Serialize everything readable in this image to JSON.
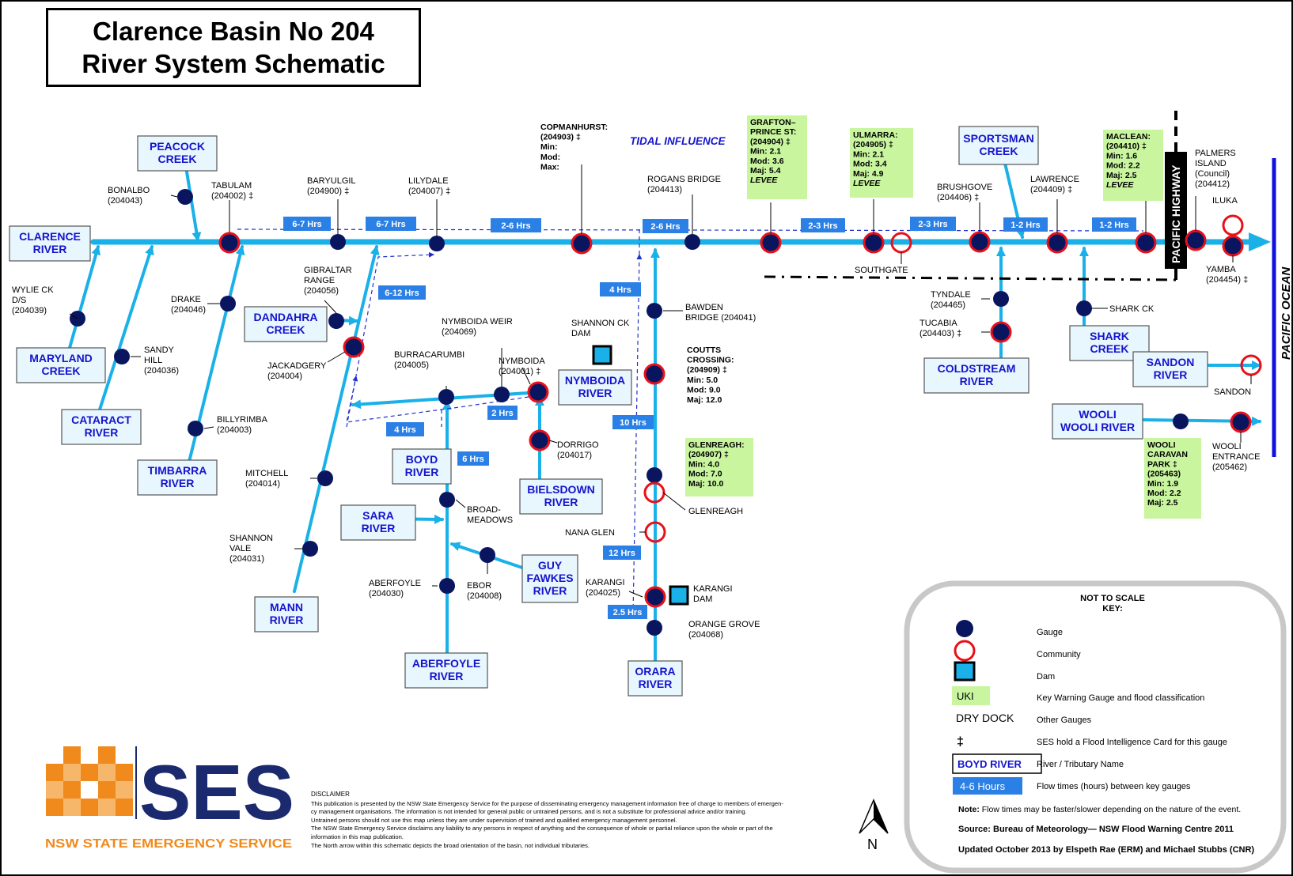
{
  "title": {
    "line1": "Clarence Basin No  204",
    "line2": "River System Schematic"
  },
  "tidal_influence": "TIDAL INFLUENCE",
  "pacific_highway": "PACIFIC HIGHWAY",
  "pacific_ocean": "PACIFIC OCEAN",
  "north_label": "N",
  "colors": {
    "river": "#1ab0e8",
    "gauge": "#0a1560",
    "community": "#e8101a",
    "dam": "#1ab0e8",
    "uki": "#c8f59e",
    "flow": "#2b80e6",
    "river_name": "#1414cc",
    "ocean_line": "#1010dd"
  },
  "river_names": [
    {
      "id": "clarence",
      "text": [
        "CLARENCE",
        "RIVER"
      ]
    },
    {
      "id": "peacock",
      "text": [
        "PEACOCK",
        "CREEK"
      ]
    },
    {
      "id": "maryland",
      "text": [
        "MARYLAND",
        "CREEK"
      ]
    },
    {
      "id": "cataract",
      "text": [
        "CATARACT",
        "RIVER"
      ]
    },
    {
      "id": "timbarra",
      "text": [
        "TIMBARRA",
        "RIVER"
      ]
    },
    {
      "id": "dandahra",
      "text": [
        "DANDAHRA",
        "CREEK"
      ]
    },
    {
      "id": "mann",
      "text": [
        "MANN",
        "RIVER"
      ]
    },
    {
      "id": "boyd",
      "text": [
        "BOYD",
        "RIVER"
      ]
    },
    {
      "id": "sara",
      "text": [
        "SARA",
        "RIVER"
      ]
    },
    {
      "id": "nymboida",
      "text": [
        "NYMBOIDA",
        "RIVER"
      ]
    },
    {
      "id": "bielsdown",
      "text": [
        "BIELSDOWN",
        "RIVER"
      ]
    },
    {
      "id": "guyfawkes",
      "text": [
        "GUY",
        "FAWKES",
        "RIVER"
      ]
    },
    {
      "id": "aberfoyle",
      "text": [
        "ABERFOYLE",
        "RIVER"
      ]
    },
    {
      "id": "orara",
      "text": [
        "ORARA",
        "RIVER"
      ]
    },
    {
      "id": "sportsman",
      "text": [
        "SPORTSMAN",
        "CREEK"
      ]
    },
    {
      "id": "coldstream",
      "text": [
        "COLDSTREAM",
        "RIVER"
      ]
    },
    {
      "id": "shark",
      "text": [
        "SHARK",
        "CREEK"
      ]
    },
    {
      "id": "sandon",
      "text": [
        "SANDON",
        "RIVER"
      ]
    },
    {
      "id": "wooli",
      "text": [
        "WOOLI",
        "WOOLI RIVER"
      ]
    }
  ],
  "gauge_labels": [
    {
      "id": "bonalbo",
      "text": [
        "BONALBO",
        "(204043)"
      ]
    },
    {
      "id": "tabulam",
      "text": [
        "TABULAM",
        "(204002) ‡"
      ]
    },
    {
      "id": "barayulgil",
      "text": [
        "BARYULGIL",
        "(204900) ‡"
      ]
    },
    {
      "id": "lilydale",
      "text": [
        "LILYDALE",
        "(204007) ‡"
      ]
    },
    {
      "id": "rogans",
      "text": [
        "ROGANS BRIDGE",
        "(204413)"
      ]
    },
    {
      "id": "wylie",
      "text": [
        "WYLIE CK",
        "D/S",
        "(204039)"
      ]
    },
    {
      "id": "drake",
      "text": [
        "DRAKE",
        "(204046)"
      ]
    },
    {
      "id": "sandyhill",
      "text": [
        "SANDY",
        "HILL",
        "(204036)"
      ]
    },
    {
      "id": "billyrimba",
      "text": [
        "BILLYRIMBA",
        "(204003)"
      ]
    },
    {
      "id": "gibraltar",
      "text": [
        "GIBRALTAR",
        "RANGE",
        "(204056)"
      ]
    },
    {
      "id": "jackadgery",
      "text": [
        "JACKADGERY",
        "(204004)"
      ]
    },
    {
      "id": "mitchell",
      "text": [
        "MITCHELL",
        "(204014)"
      ]
    },
    {
      "id": "shannonvale",
      "text": [
        "SHANNON",
        "VALE",
        "(204031)"
      ]
    },
    {
      "id": "burracarumbi",
      "text": [
        "BURRACARUMBI",
        "(204005)"
      ]
    },
    {
      "id": "nymboidaweir",
      "text": [
        "NYMBOIDA WEIR",
        "(204069)"
      ]
    },
    {
      "id": "nymboida",
      "text": [
        "NYMBOIDA",
        "(204001) ‡"
      ]
    },
    {
      "id": "shannonck",
      "text": [
        "SHANNON CK",
        "DAM"
      ]
    },
    {
      "id": "dorrigo",
      "text": [
        "DORRIGO",
        "(204017)"
      ]
    },
    {
      "id": "broadmeadows",
      "text": [
        "BROAD-",
        "MEADOWS"
      ]
    },
    {
      "id": "aberfoyle",
      "text": [
        "ABERFOYLE",
        "(204030)"
      ]
    },
    {
      "id": "ebor",
      "text": [
        "EBOR",
        "(204008)"
      ]
    },
    {
      "id": "bawden",
      "text": [
        "BAWDEN",
        "BRIDGE (204041)"
      ]
    },
    {
      "id": "glenreagh",
      "text": [
        "GLENREAGH"
      ]
    },
    {
      "id": "nanaglen",
      "text": [
        "NANA GLEN"
      ]
    },
    {
      "id": "karangi",
      "text": [
        "KARANGI",
        "(204025)"
      ]
    },
    {
      "id": "karangidam",
      "text": [
        "KARANGI",
        "DAM"
      ]
    },
    {
      "id": "orangegrove",
      "text": [
        "ORANGE GROVE",
        "(204068)"
      ]
    },
    {
      "id": "southgate",
      "text": [
        "SOUTHGATE"
      ]
    },
    {
      "id": "brushgrove",
      "text": [
        "BRUSHGOVE",
        "(204406) ‡"
      ]
    },
    {
      "id": "lawrence",
      "text": [
        "LAWRENCE",
        "(204409) ‡"
      ]
    },
    {
      "id": "tyndale",
      "text": [
        "TYNDALE",
        "(204465)"
      ]
    },
    {
      "id": "tucabia",
      "text": [
        "TUCABIA",
        "(204403) ‡"
      ]
    },
    {
      "id": "sharkck",
      "text": [
        "SHARK CK"
      ]
    },
    {
      "id": "palmers",
      "text": [
        "PALMERS",
        "ISLAND",
        "(Council)",
        "(204412)"
      ]
    },
    {
      "id": "iluka",
      "text": [
        "ILUKA"
      ]
    },
    {
      "id": "yamba",
      "text": [
        "YAMBA",
        "(204454) ‡"
      ]
    },
    {
      "id": "sandon",
      "text": [
        "SANDON"
      ]
    },
    {
      "id": "wooliend",
      "text": [
        "WOOLI",
        "ENTRANCE",
        "(205462)"
      ]
    }
  ],
  "copmanhurst": {
    "lines": [
      "COPMANHURST:",
      "(204903) ‡",
      "Min:",
      "Mod:",
      "Max:"
    ]
  },
  "coutts": {
    "lines": [
      "COUTTS",
      "CROSSING:",
      "(204909) ‡",
      "Min: 5.0",
      "Mod: 9.0",
      "Maj: 12.0"
    ]
  },
  "key_gauges": [
    {
      "id": "grafton",
      "lines": [
        "GRAFTON–",
        "PRINCE ST:",
        "(204904) ‡",
        "Min: 2.1",
        "Mod: 3.6",
        "Maj: 5.4"
      ],
      "levee": "LEVEE"
    },
    {
      "id": "ulmarra",
      "lines": [
        "ULMARRA:",
        "(204905) ‡",
        "Min: 2.1",
        "Mod: 3.4",
        "Maj: 4.9"
      ],
      "levee": "LEVEE"
    },
    {
      "id": "maclean",
      "lines": [
        "MACLEAN:",
        "(204410) ‡",
        "Min: 1.6",
        "Mod: 2.2",
        "Maj: 2.5"
      ],
      "levee": "LEVEE"
    },
    {
      "id": "glenreagh",
      "lines": [
        "GLENREAGH:",
        "(204907)  ‡",
        "Min: 4.0",
        "Mod: 7.0",
        "Maj: 10.0"
      ],
      "levee": ""
    },
    {
      "id": "wooli",
      "lines": [
        "WOOLI",
        "CARAVAN",
        "PARK ‡",
        "(205463)",
        "Min: 1.9",
        "Mod: 2.2",
        "Maj: 2.5"
      ],
      "levee": ""
    }
  ],
  "flow_times": [
    "6-7 Hrs",
    "6-7 Hrs",
    "2-6 Hrs",
    "2-6 Hrs",
    "2-3 Hrs",
    "2-3 Hrs",
    "1-2 Hrs",
    "1-2 Hrs",
    "6-12 Hrs",
    "4 Hrs",
    "2 Hrs",
    "6 Hrs",
    "4 Hrs",
    "10 Hrs",
    "12 Hrs",
    "2.5 Hrs"
  ],
  "legend": {
    "title": [
      "NOT TO SCALE",
      "KEY:"
    ],
    "gauge": "Gauge",
    "community": "Community",
    "dam": "Dam",
    "uki_sample": "UKI",
    "uki_desc": "Key Warning Gauge and flood classification",
    "other_sample": "DRY DOCK",
    "other_desc": "Other Gauges",
    "card_symbol": "‡",
    "card_desc": "SES hold a Flood Intelligence Card for this gauge",
    "river_sample": "BOYD RIVER",
    "river_desc": "River / Tributary Name",
    "flow_sample": "4-6 Hours",
    "flow_desc": "Flow times (hours) between key gauges",
    "note_bold": "Note:",
    "note": " Flow times may be faster/slower depending on the nature of the event.",
    "source": "Source: Bureau of Meteorology— NSW Flood Warning Centre  2011",
    "updated": "Updated October 2013 by Elspeth Rae (ERM) and Michael Stubbs (CNR)"
  },
  "logo": {
    "text": "SES",
    "subtitle": "NSW STATE EMERGENCY SERVICE"
  },
  "disclaimer": {
    "heading": "DISCLAIMER",
    "lines": [
      "This publication is presented by the NSW State Emergency Service for the purpose of disseminating emergency management information free of charge to members of emergen-",
      "cy management organisations. The information is not intended for general public or untrained persons, and is not a substitute for professional advice and/or training.",
      "Untrained persons should not use this map unless they are under supervision of trained and qualified emergency management personnel.",
      "The NSW State Emergency Service disclaims any liability to any persons in respect of anything and the consequence of whole or partial reliance upon the whole or part of the",
      "information in this map publication.",
      "The North arrow within this schematic depicts the broad orientation of the basin, not individual tributaries."
    ]
  }
}
